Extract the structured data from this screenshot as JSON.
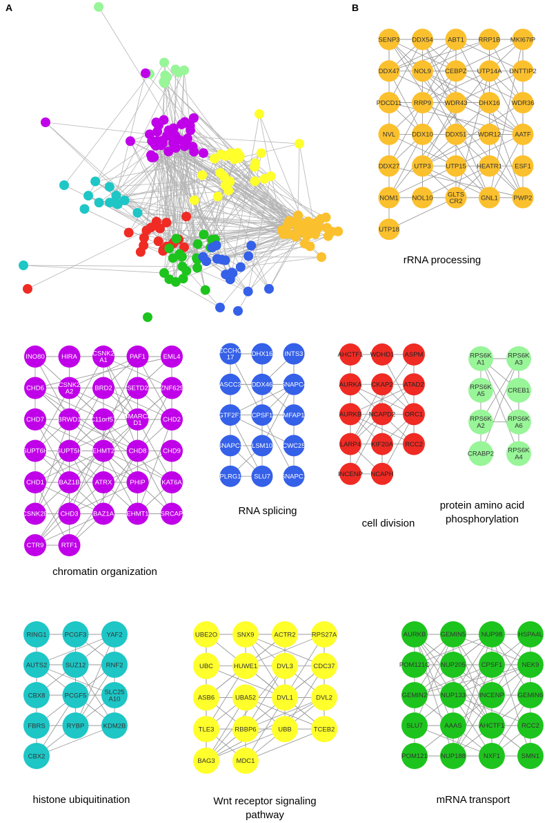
{
  "panel_letters": {
    "a": "A",
    "b": "B"
  },
  "colors": {
    "rrna": "#fbc02d",
    "chromatin": "#c000e8",
    "splicing": "#3560e8",
    "division": "#ef2b24",
    "phospho": "#98f598",
    "histone": "#1ec6c6",
    "wnt": "#ffff2b",
    "mrna": "#1dc41d",
    "edge": "#b4b4b4"
  },
  "modules": [
    {
      "id": "rrna",
      "caption": [
        "rRNA processing"
      ],
      "rows": [
        [
          "SENP3",
          "DDX54",
          "ABT1",
          "RRP1B",
          "MKI67IP"
        ],
        [
          "DDX47",
          "NOL9",
          "CEBPZ",
          "UTP14A",
          "DNTTIP2"
        ],
        [
          "PDCD11",
          "RRP9",
          "WDR43",
          "DHX16",
          "WDR36"
        ],
        [
          "NVL",
          "DDX10",
          "DDX51",
          "WDR12",
          "AATF"
        ],
        [
          "DDX27",
          "UTP3",
          "UTP15",
          "HEATR1",
          "ESF1"
        ],
        [
          "NOM1",
          "NOL10",
          "GLTS\nCR2",
          "GNL1",
          "PWP2"
        ],
        [
          "UTP18"
        ]
      ]
    },
    {
      "id": "chromatin",
      "caption": [
        "chromatin organization"
      ],
      "rows": [
        [
          "INO80",
          "HIRA",
          "CSNK2\nA1",
          "PAF1",
          "EML4"
        ],
        [
          "CHD6",
          "CSNK2\nA2",
          "BRD2",
          "SETD2",
          "ZNF629"
        ],
        [
          "CHD7",
          "BRWD1",
          "C11orf57",
          "SMARCA\nD1",
          "CHD2"
        ],
        [
          "SUPT6H",
          "SUPT5H",
          "EHMT2",
          "CHD8",
          "CHD9"
        ],
        [
          "CHD1",
          "BAZ1B",
          "ATRX",
          "PHIP",
          "KAT6A"
        ],
        [
          "CSNK2B",
          "CHD3",
          "BAZ1A",
          "EHMT1",
          "SRCAP"
        ],
        [
          "CTR9",
          "RTF1"
        ]
      ]
    },
    {
      "id": "splicing",
      "caption": [
        "RNA splicing"
      ],
      "rows": [
        [
          "ZCCHC\n17",
          "DHX16",
          "INTS3"
        ],
        [
          "ASCC3",
          "DDX46",
          "SNAPC4"
        ],
        [
          "GTF2F1",
          "CPSF1",
          "MFAP1"
        ],
        [
          "SNAPC3",
          "LSM10",
          "CWC25"
        ],
        [
          "PLRG1",
          "SLU7",
          "SNAPC1"
        ]
      ]
    },
    {
      "id": "division",
      "caption": [
        "cell division"
      ],
      "rows": [
        [
          "AHCTF1",
          "WDHD1",
          "ASPM"
        ],
        [
          "AURKA",
          "CKAP2",
          "ATAD2"
        ],
        [
          "AURKB",
          "NCAPD2",
          "ORC1"
        ],
        [
          "LARP4",
          "KIF20A",
          "RCC2"
        ],
        [
          "INCENP",
          "NCAPH"
        ]
      ]
    },
    {
      "id": "phospho",
      "caption": [
        "protein amino acid",
        "phosphorylation"
      ],
      "rows": [
        [
          "RPS6K\nA1",
          "RPS6K\nA3"
        ],
        [
          "RPS6K\nA5",
          "CREB1"
        ],
        [
          "RPS6K\nA2",
          "RPS6K\nA6"
        ],
        [
          "CRABP2",
          "RPS6K\nA4"
        ]
      ]
    },
    {
      "id": "histone",
      "caption": [
        "histone ubiquitination"
      ],
      "rows": [
        [
          "RING1",
          "PCGF3",
          "YAF2"
        ],
        [
          "AUTS2",
          "SUZ12",
          "RNF2"
        ],
        [
          "CBX8",
          "PCGF5",
          "SLC25\nA10"
        ],
        [
          "FBRS",
          "RYBP",
          "KDM2B"
        ],
        [
          "CBX2"
        ]
      ]
    },
    {
      "id": "wnt",
      "caption": [
        "Wnt receptor signaling",
        "pathway"
      ],
      "rows": [
        [
          "UBE2O",
          "SNX9",
          "ACTR2",
          "RPS27A"
        ],
        [
          "UBC",
          "HUWE1",
          "DVL3",
          "CDC37"
        ],
        [
          "ASB6",
          "UBA52",
          "DVL1",
          "DVL2"
        ],
        [
          "TLE3",
          "RBBP6",
          "UBB",
          "TCEB2"
        ],
        [
          "BAG3",
          "MDC1"
        ]
      ]
    },
    {
      "id": "mrna",
      "caption": [
        "mRNA transport"
      ],
      "rows": [
        [
          "AURKB",
          "GEMIN5",
          "NUP98",
          "HSPA4L"
        ],
        [
          "POM121C",
          "NUP205",
          "CPSF1",
          "NEK9"
        ],
        [
          "GEMIN2",
          "NUP133",
          "INCENP",
          "GEMIN6"
        ],
        [
          "SLU7",
          "AAAS",
          "AHCTF1",
          "RCC2"
        ],
        [
          "POM121",
          "NUP188",
          "NXF1",
          "SMN1"
        ]
      ]
    }
  ]
}
